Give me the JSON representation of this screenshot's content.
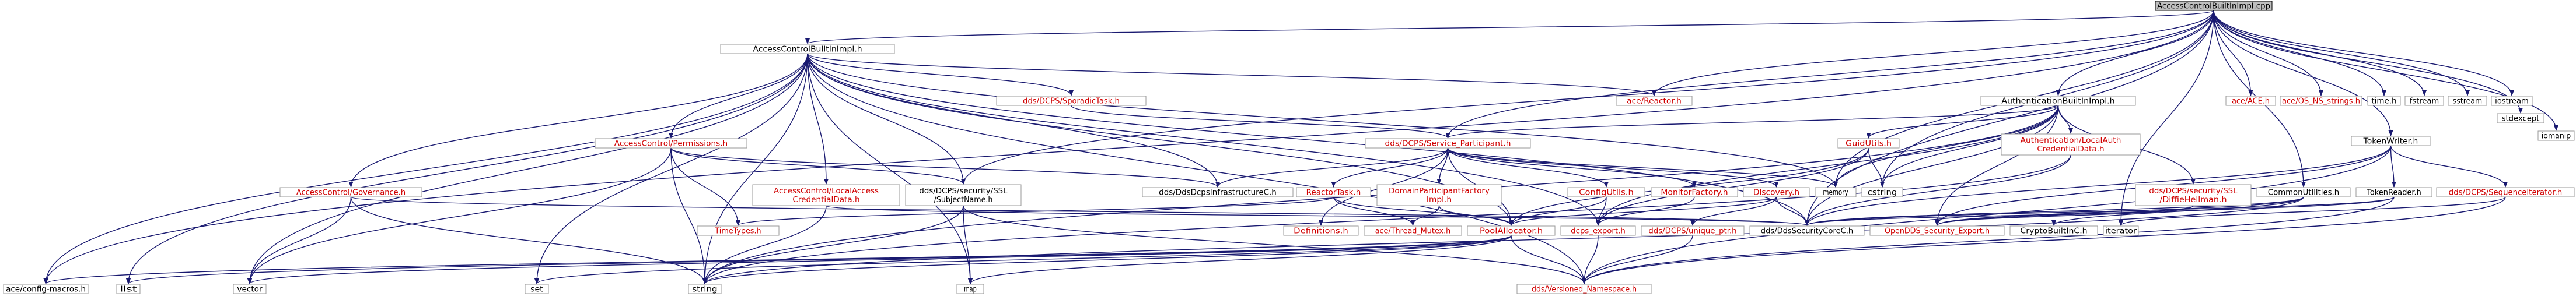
{
  "colors": {
    "edge": "#191970",
    "node_border": "#999999",
    "node_fill": "#ffffff",
    "root_fill": "#bfbfbf",
    "text": "#000000",
    "linked_text": "#cc0000"
  },
  "nodes": [
    {
      "id": "root",
      "label": "AccessControlBuiltInImpl.cpp",
      "style": "root"
    },
    {
      "id": "acbi_h",
      "label": "AccessControlBuiltInImpl.h",
      "style": "plain"
    },
    {
      "id": "sporadic",
      "label": "dds/DCPS/SporadicTask.h",
      "style": "linked"
    },
    {
      "id": "acperm",
      "label": "AccessControl/Permissions.h",
      "style": "linked"
    },
    {
      "id": "acgov",
      "label": "AccessControl/Governance.h",
      "style": "linked"
    },
    {
      "id": "aclocal",
      "label": [
        "AccessControl/LocalAccess",
        "CredentialData.h"
      ],
      "style": "linked"
    },
    {
      "id": "subjname",
      "label": [
        "dds/DCPS/security/SSL",
        "/SubjectName.h"
      ],
      "style": "plain"
    },
    {
      "id": "ddsinfra",
      "label": "dds/DdsDcpsInfrastructureC.h",
      "style": "plain"
    },
    {
      "id": "svcpart",
      "label": "dds/DCPS/Service_Participant.h",
      "style": "linked"
    },
    {
      "id": "reactortask",
      "label": "ReactorTask.h",
      "style": "linked"
    },
    {
      "id": "dpfi",
      "label": [
        "DomainParticipantFactory",
        "Impl.h"
      ],
      "style": "linked"
    },
    {
      "id": "configutils",
      "label": "ConfigUtils.h",
      "style": "linked"
    },
    {
      "id": "monitorfactory",
      "label": "MonitorFactory.h",
      "style": "linked"
    },
    {
      "id": "discovery",
      "label": "Discovery.h",
      "style": "linked"
    },
    {
      "id": "timetypes",
      "label": "TimeTypes.h",
      "style": "linked"
    },
    {
      "id": "definitions",
      "label": "Definitions.h",
      "style": "linked"
    },
    {
      "id": "threadmutex",
      "label": "ace/Thread_Mutex.h",
      "style": "linked"
    },
    {
      "id": "poolalloc",
      "label": "PoolAllocator.h",
      "style": "linked"
    },
    {
      "id": "dcpsexport",
      "label": "dcps_export.h",
      "style": "linked"
    },
    {
      "id": "uniqueptr",
      "label": "dds/DCPS/unique_ptr.h",
      "style": "linked"
    },
    {
      "id": "versioned",
      "label": "dds/Versioned_Namespace.h",
      "style": "linked"
    },
    {
      "id": "ddsseccore",
      "label": "dds/DdsSecurityCoreC.h",
      "style": "plain"
    },
    {
      "id": "memory",
      "label": "memory",
      "style": "plain"
    },
    {
      "id": "acereactor",
      "label": "ace/Reactor.h",
      "style": "linked"
    },
    {
      "id": "authbi",
      "label": "AuthenticationBuiltInImpl.h",
      "style": "plain"
    },
    {
      "id": "guidutils",
      "label": "GuidUtils.h",
      "style": "linked"
    },
    {
      "id": "cstring",
      "label": "cstring",
      "style": "plain"
    },
    {
      "id": "authlocal",
      "label": [
        "Authentication/LocalAuth",
        "CredentialData.h"
      ],
      "style": "linked"
    },
    {
      "id": "diffie",
      "label": [
        "dds/DCPS/security/SSL",
        "/DiffieHellman.h"
      ],
      "style": "linked"
    },
    {
      "id": "ossecexport",
      "label": "OpenDDS_Security_Export.h",
      "style": "linked"
    },
    {
      "id": "commonutils",
      "label": "CommonUtilities.h",
      "style": "plain"
    },
    {
      "id": "cryptobi",
      "label": "CryptoBuiltInC.h",
      "style": "plain"
    },
    {
      "id": "tokenwriter",
      "label": "TokenWriter.h",
      "style": "plain"
    },
    {
      "id": "tokenreader",
      "label": "TokenReader.h",
      "style": "plain"
    },
    {
      "id": "seqiter",
      "label": "dds/DCPS/SequenceIterator.h",
      "style": "linked"
    },
    {
      "id": "iterator",
      "label": "iterator",
      "style": "plain"
    },
    {
      "id": "aceconfig",
      "label": "ace/config-macros.h",
      "style": "plain"
    },
    {
      "id": "list",
      "label": "list",
      "style": "plain"
    },
    {
      "id": "vector",
      "label": "vector",
      "style": "plain"
    },
    {
      "id": "set",
      "label": "set",
      "style": "plain"
    },
    {
      "id": "string",
      "label": "string",
      "style": "plain"
    },
    {
      "id": "map",
      "label": "map",
      "style": "plain"
    },
    {
      "id": "aceace",
      "label": "ace/ACE.h",
      "style": "linked"
    },
    {
      "id": "aceos",
      "label": "ace/OS_NS_strings.h",
      "style": "linked"
    },
    {
      "id": "timeh",
      "label": "time.h",
      "style": "plain"
    },
    {
      "id": "fstream",
      "label": "fstream",
      "style": "plain"
    },
    {
      "id": "sstream",
      "label": "sstream",
      "style": "plain"
    },
    {
      "id": "iostream",
      "label": "iostream",
      "style": "plain"
    },
    {
      "id": "stdexcept",
      "label": "stdexcept",
      "style": "plain"
    },
    {
      "id": "iomanip",
      "label": "iomanip",
      "style": "plain"
    }
  ],
  "edges": [
    [
      "root",
      "acbi_h"
    ],
    [
      "root",
      "acereactor"
    ],
    [
      "root",
      "authbi"
    ],
    [
      "root",
      "tokenwriter"
    ],
    [
      "root",
      "aceace"
    ],
    [
      "root",
      "aceos"
    ],
    [
      "root",
      "timeh"
    ],
    [
      "root",
      "fstream"
    ],
    [
      "root",
      "sstream"
    ],
    [
      "root",
      "iostream"
    ],
    [
      "root",
      "stdexcept"
    ],
    [
      "root",
      "iomanip"
    ],
    [
      "root",
      "aceconfig"
    ],
    [
      "root",
      "subjname"
    ],
    [
      "root",
      "commonutils"
    ],
    [
      "root",
      "iterator"
    ],
    [
      "root",
      "cstring"
    ],
    [
      "root",
      "memory"
    ],
    [
      "root",
      "svcpart"
    ],
    [
      "root",
      "ddsseccore"
    ],
    [
      "acbi_h",
      "sporadic"
    ],
    [
      "acbi_h",
      "acperm"
    ],
    [
      "acbi_h",
      "acgov"
    ],
    [
      "acbi_h",
      "aclocal"
    ],
    [
      "acbi_h",
      "subjname"
    ],
    [
      "acbi_h",
      "acereactor"
    ],
    [
      "acbi_h",
      "ddsseccore"
    ],
    [
      "acbi_h",
      "ddsinfra"
    ],
    [
      "acbi_h",
      "memory"
    ],
    [
      "acbi_h",
      "versioned"
    ],
    [
      "acbi_h",
      "list"
    ],
    [
      "acbi_h",
      "vector"
    ],
    [
      "acbi_h",
      "set"
    ],
    [
      "acbi_h",
      "string"
    ],
    [
      "acbi_h",
      "map"
    ],
    [
      "acbi_h",
      "aceconfig"
    ],
    [
      "acbi_h",
      "dcpsexport"
    ],
    [
      "acbi_h",
      "poolalloc"
    ],
    [
      "sporadic",
      "svcpart"
    ],
    [
      "acperm",
      "subjname"
    ],
    [
      "acperm",
      "ddsinfra"
    ],
    [
      "acperm",
      "vector"
    ],
    [
      "acperm",
      "string"
    ],
    [
      "acperm",
      "timetypes"
    ],
    [
      "acgov",
      "vector"
    ],
    [
      "acgov",
      "string"
    ],
    [
      "acgov",
      "ddsseccore"
    ],
    [
      "aclocal",
      "string"
    ],
    [
      "aclocal",
      "ddsseccore"
    ],
    [
      "subjname",
      "string"
    ],
    [
      "subjname",
      "map"
    ],
    [
      "subjname",
      "versioned"
    ],
    [
      "svcpart",
      "reactortask"
    ],
    [
      "svcpart",
      "dpfi"
    ],
    [
      "svcpart",
      "configutils"
    ],
    [
      "svcpart",
      "monitorfactory"
    ],
    [
      "svcpart",
      "discovery"
    ],
    [
      "svcpart",
      "ddsinfra"
    ],
    [
      "svcpart",
      "memory"
    ],
    [
      "svcpart",
      "definitions"
    ],
    [
      "svcpart",
      "poolalloc"
    ],
    [
      "reactortask",
      "timetypes"
    ],
    [
      "reactortask",
      "threadmutex"
    ],
    [
      "reactortask",
      "poolalloc"
    ],
    [
      "dpfi",
      "threadmutex"
    ],
    [
      "dpfi",
      "poolalloc"
    ],
    [
      "configutils",
      "dcpsexport"
    ],
    [
      "configutils",
      "poolalloc"
    ],
    [
      "monitorfactory",
      "dcpsexport"
    ],
    [
      "discovery",
      "uniqueptr"
    ],
    [
      "discovery",
      "poolalloc"
    ],
    [
      "discovery",
      "ddsseccore"
    ],
    [
      "poolalloc",
      "versioned"
    ],
    [
      "poolalloc",
      "list"
    ],
    [
      "poolalloc",
      "vector"
    ],
    [
      "poolalloc",
      "set"
    ],
    [
      "poolalloc",
      "string"
    ],
    [
      "poolalloc",
      "map"
    ],
    [
      "poolalloc",
      "aceconfig"
    ],
    [
      "dcpsexport",
      "versioned"
    ],
    [
      "uniqueptr",
      "versioned"
    ],
    [
      "authbi",
      "guidutils"
    ],
    [
      "authbi",
      "authlocal"
    ],
    [
      "authbi",
      "diffie"
    ],
    [
      "authbi",
      "ossecexport"
    ],
    [
      "authbi",
      "ddsseccore"
    ],
    [
      "authbi",
      "svcpart"
    ],
    [
      "authbi",
      "memory"
    ],
    [
      "authbi",
      "string"
    ],
    [
      "authbi",
      "cstring"
    ],
    [
      "authbi",
      "dcpsexport"
    ],
    [
      "guidutils",
      "cstring"
    ],
    [
      "guidutils",
      "poolalloc"
    ],
    [
      "guidutils",
      "dcpsexport"
    ],
    [
      "authlocal",
      "ddsseccore"
    ],
    [
      "authlocal",
      "string"
    ],
    [
      "diffie",
      "ossecexport"
    ],
    [
      "diffie",
      "ddsseccore"
    ],
    [
      "commonutils",
      "ossecexport"
    ],
    [
      "commonutils",
      "cryptobi"
    ],
    [
      "commonutils",
      "ddsseccore"
    ],
    [
      "commonutils",
      "string"
    ],
    [
      "tokenwriter",
      "tokenreader"
    ],
    [
      "tokenwriter",
      "seqiter"
    ],
    [
      "tokenwriter",
      "ossecexport"
    ],
    [
      "tokenwriter",
      "ddsseccore"
    ],
    [
      "tokenwriter",
      "versioned"
    ],
    [
      "tokenreader",
      "ossecexport"
    ],
    [
      "tokenreader",
      "ddsseccore"
    ],
    [
      "tokenreader",
      "versioned"
    ],
    [
      "seqiter",
      "iterator"
    ],
    [
      "seqiter",
      "versioned"
    ]
  ]
}
